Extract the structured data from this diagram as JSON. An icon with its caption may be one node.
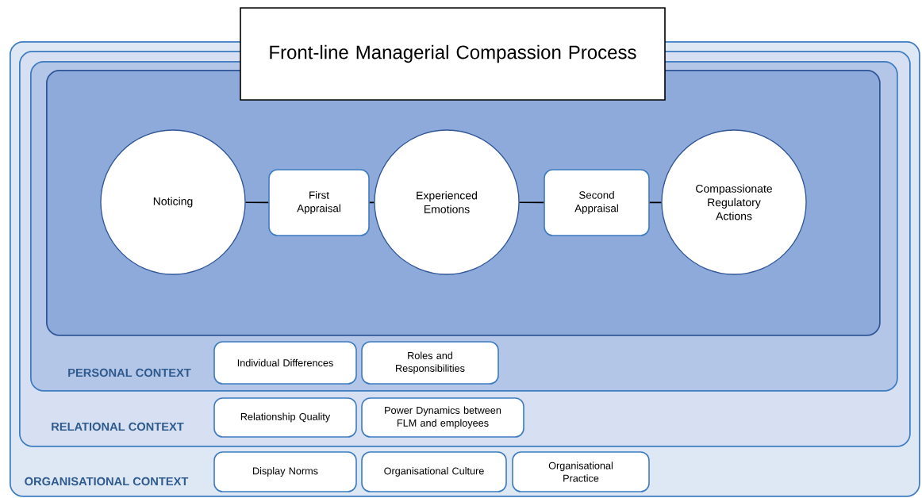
{
  "diagram": {
    "nodes": [
      {
        "text": [
          "Front-line Managerial Compassion Process"
        ]
      },
      {
        "text": [
          "ORGANISATIONAL CONTEXT"
        ]
      },
      {
        "text": [
          "RELATIONAL CONTEXT"
        ],
        "in": 1
      },
      {
        "text": [
          "PERSONAL CONTEXT"
        ],
        "in": 2
      },
      {
        "text": [],
        "shape": "box",
        "in": 3
      },
      {
        "text": [
          "Noticing"
        ],
        "in": 4
      },
      {
        "text": [
          "First Appraisal"
        ],
        "in": 4
      },
      {
        "text": [
          "Experienced Emotions"
        ],
        "in": 4
      },
      {
        "text": [
          "Second Appraisal"
        ],
        "in": 4
      },
      {
        "text": [
          "Compassionate Regulatory Actions"
        ],
        "in": 4
      },
      {
        "text": [
          "Individual Differences"
        ],
        "in": 3
      },
      {
        "text": [
          "Roles and Responsibilities"
        ],
        "in": 3
      },
      {
        "text": [
          "Relationship Quality"
        ],
        "in": 2
      },
      {
        "text": [
          "Power Dynamics between FLM and employees"
        ],
        "in": 2
      },
      {
        "text": [
          "Display Norms"
        ],
        "in": 1
      },
      {
        "text": [
          "Organisational Culture"
        ],
        "in": 1
      },
      {
        "text": [
          "Organisational Practice"
        ],
        "in": 1
      }
    ],
    "edges": [
      {
        "from": 5,
        "to": 6,
        "arrow": "none"
      },
      {
        "from": 6,
        "to": 7,
        "arrow": "none"
      },
      {
        "from": 7,
        "to": 8,
        "arrow": "none"
      },
      {
        "from": 8,
        "to": 9,
        "arrow": "none"
      }
    ]
  }
}
